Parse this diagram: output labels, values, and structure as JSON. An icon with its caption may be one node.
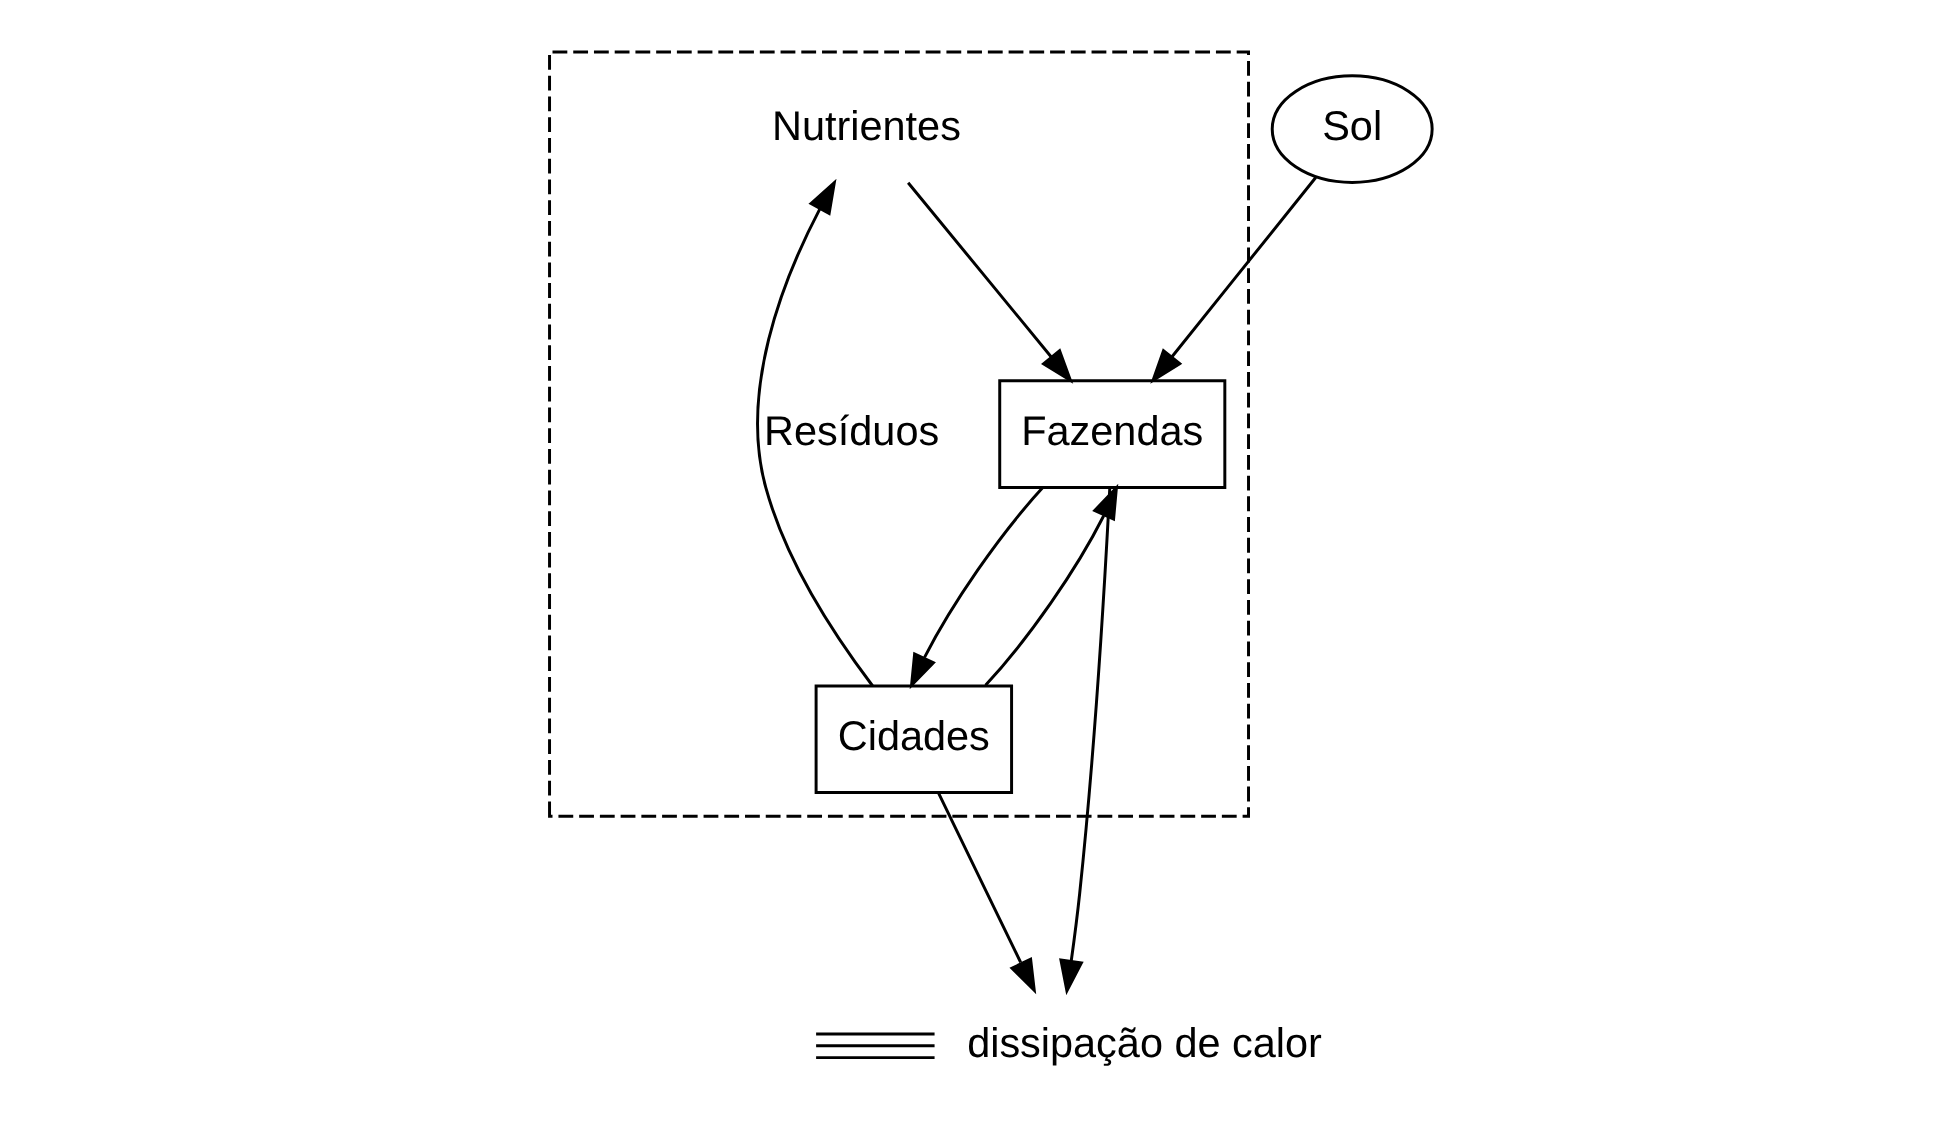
{
  "diagram": {
    "nodes": [
      {
        "text": [],
        "shape": "box"
      },
      {
        "text": [
          "Sol"
        ]
      },
      {
        "text": [
          "Nutrientes"
        ],
        "in": 0
      },
      {
        "text": [
          "Fazendas"
        ],
        "in": 0
      },
      {
        "text": [
          "Cidades"
        ],
        "in": 0
      },
      {
        "text": [],
        "shape": "ground",
        "beside": [
          "dissipação de calor"
        ]
      }
    ],
    "edges": [
      {
        "from": 1,
        "to": 3,
        "arrow": "to"
      },
      {
        "from": 2,
        "to": 3,
        "arrow": "to"
      },
      {
        "from": 3,
        "to": 4,
        "arrow": "to"
      },
      {
        "from": 4,
        "to": 3,
        "arrow": "to"
      },
      {
        "from": 4,
        "to": 2,
        "arrow": "to",
        "label": "Resíduos"
      },
      {
        "from": 3,
        "to": 5,
        "arrow": "to"
      },
      {
        "from": 4,
        "to": 5,
        "arrow": "to"
      }
    ]
  }
}
